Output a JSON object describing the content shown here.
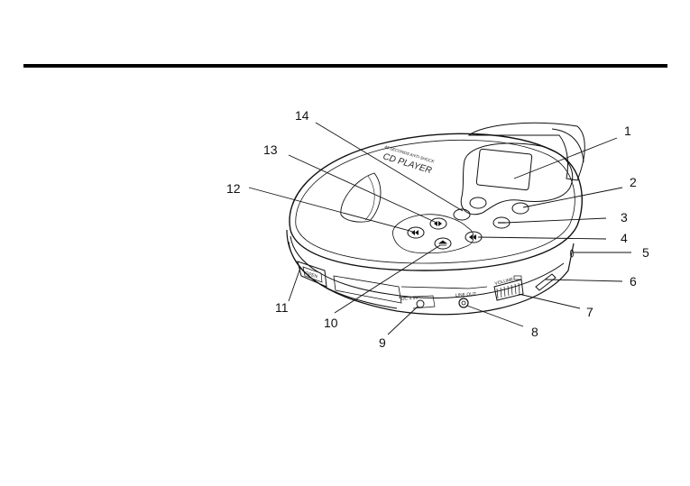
{
  "diagram": {
    "device": {
      "brand_line1": "CD PLAYER",
      "brand_line2": "45 SECONDS ANTI-SHOCK",
      "label_dc": "DC 4.5V",
      "label_lineout": "LINE OUT",
      "label_volume": "VOLUME",
      "label_open": "OPEN"
    },
    "callouts": [
      {
        "n": "1"
      },
      {
        "n": "2"
      },
      {
        "n": "3"
      },
      {
        "n": "4"
      },
      {
        "n": "5"
      },
      {
        "n": "6"
      },
      {
        "n": "7"
      },
      {
        "n": "8"
      },
      {
        "n": "9"
      },
      {
        "n": "10"
      },
      {
        "n": "11"
      },
      {
        "n": "12"
      },
      {
        "n": "13"
      },
      {
        "n": "14"
      }
    ]
  }
}
